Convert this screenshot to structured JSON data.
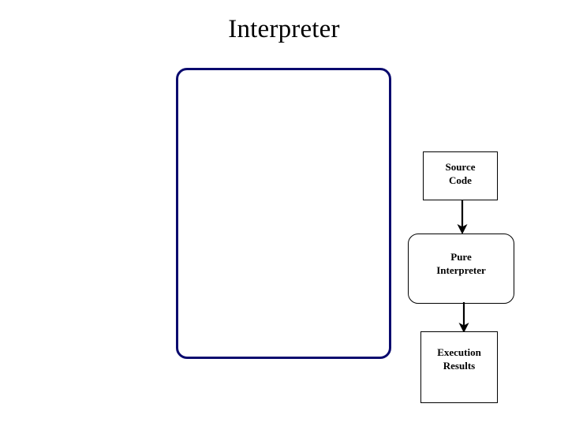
{
  "slide": {
    "title": "Interpreter",
    "background_color": "#ffffff",
    "frame_color": "#0a0a6e",
    "text_color": "#000000"
  },
  "diagram": {
    "type": "flowchart",
    "orientation": "vertical",
    "nodes": [
      {
        "id": "source-code",
        "shape": "rectangle",
        "lines": [
          "Source",
          "Code"
        ]
      },
      {
        "id": "pure-interpreter",
        "shape": "rounded-rectangle",
        "lines": [
          "Pure",
          "Interpreter"
        ]
      },
      {
        "id": "execution-results",
        "shape": "rectangle",
        "lines": [
          "Execution",
          "Results"
        ]
      }
    ],
    "edges": [
      {
        "id": "source-to-interpreter",
        "from": "source-code",
        "to": "pure-interpreter",
        "style": "arrow-down"
      },
      {
        "id": "interpreter-to-results",
        "from": "pure-interpreter",
        "to": "execution-results",
        "style": "arrow-down"
      }
    ]
  }
}
